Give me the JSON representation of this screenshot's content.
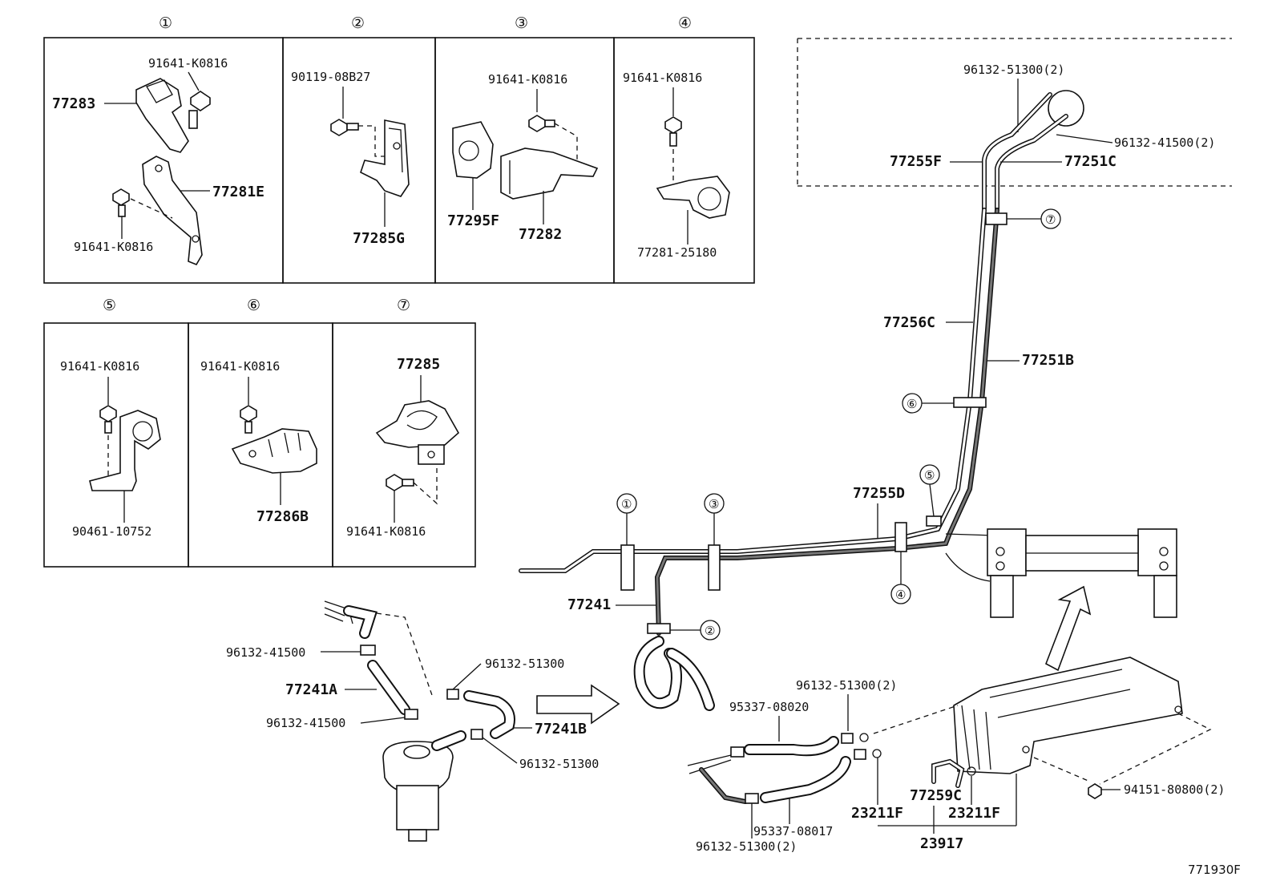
{
  "diagram_ref": "771930F",
  "clamp_groups": {
    "g1": {
      "index": "①",
      "labels": {
        "bracket_a": "77283",
        "bolt_a": "91641-K0816",
        "bracket_b": "77281E",
        "bolt_b": "91641-K0816"
      }
    },
    "g2": {
      "index": "②",
      "labels": {
        "bolt": "90119-08B27",
        "clamp": "77285G"
      }
    },
    "g3": {
      "index": "③",
      "labels": {
        "bolt": "91641-K0816",
        "clamp": "77295F",
        "bracket": "77282"
      }
    },
    "g4": {
      "index": "④",
      "labels": {
        "bolt": "91641-K0816",
        "bracket": "77281-25180"
      }
    },
    "g5": {
      "index": "⑤",
      "labels": {
        "bolt": "91641-K0816",
        "bracket": "90461-10752"
      }
    },
    "g6": {
      "index": "⑥",
      "labels": {
        "bolt": "91641-K0816",
        "clamp": "77286B"
      }
    },
    "g7": {
      "index": "⑦",
      "labels": {
        "clamp": "77285",
        "bolt": "91641-K0816"
      }
    }
  },
  "upper_assembly": {
    "clip_top": "96132-51300(2)",
    "clip_right": "96132-41500(2)",
    "hose_left": "77255F",
    "hose_right": "77251C"
  },
  "main_lines": {
    "pipe_a": "77256C",
    "pipe_b": "77251B",
    "pipe_c": "77255D",
    "pipe_d": "77241",
    "callouts": [
      "⑦",
      "⑥",
      "⑤",
      "①",
      "③",
      "④",
      "②"
    ]
  },
  "filter_assembly": {
    "clip_1": "96132-41500",
    "hose_a": "77241A",
    "clip_2": "96132-41500",
    "clip_3": "96132-51300",
    "hose_b": "77241B",
    "clip_4": "96132-51300"
  },
  "cooler_assembly": {
    "clip_top": "96132-51300(2)",
    "hose_1": "95337-08020",
    "hose_2": "95337-08017",
    "clip_bottom": "96132-51300(2)",
    "washer_left": "23211F",
    "washer_right": "23211F",
    "pipe": "77259C",
    "assembly": "23917",
    "nut": "94151-80800(2)"
  }
}
